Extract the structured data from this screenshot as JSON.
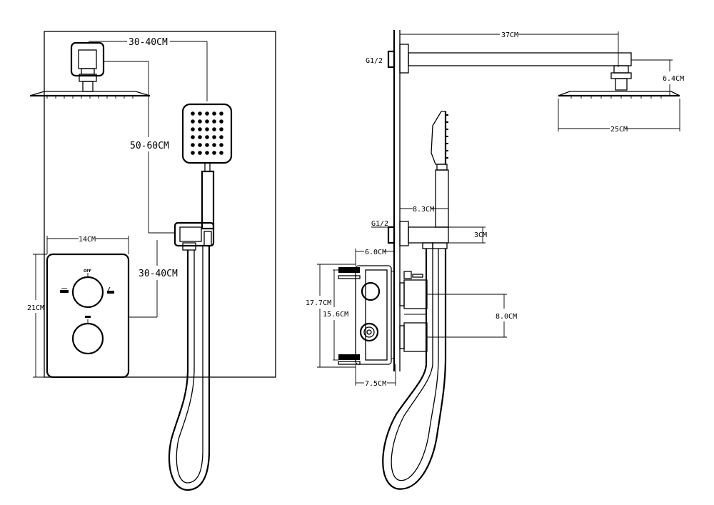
{
  "front_view": {
    "dim_arm_length": "30-40CM",
    "dim_handshower_height": "50-60CM",
    "dim_valve_offset": "30-40CM",
    "dim_plate_width": "14CM",
    "dim_plate_height": "21CM",
    "plate_labels": {
      "off": "OFF"
    }
  },
  "side_view": {
    "dim_arm": "37CM",
    "dim_inlet_top": "G1/2",
    "dim_head_height": "6.4CM",
    "dim_head_width": "25CM",
    "dim_holder_offset": "8.3CM",
    "dim_inlet_mid": "G1/2",
    "dim_holder_height": "3CM",
    "dim_valve_depth": "6.0CM",
    "dim_box_height_outer": "17.7CM",
    "dim_box_height_inner": "15.6CM",
    "dim_outlet_spacing": "8.0CM",
    "dim_box_width": "7.5CM"
  }
}
